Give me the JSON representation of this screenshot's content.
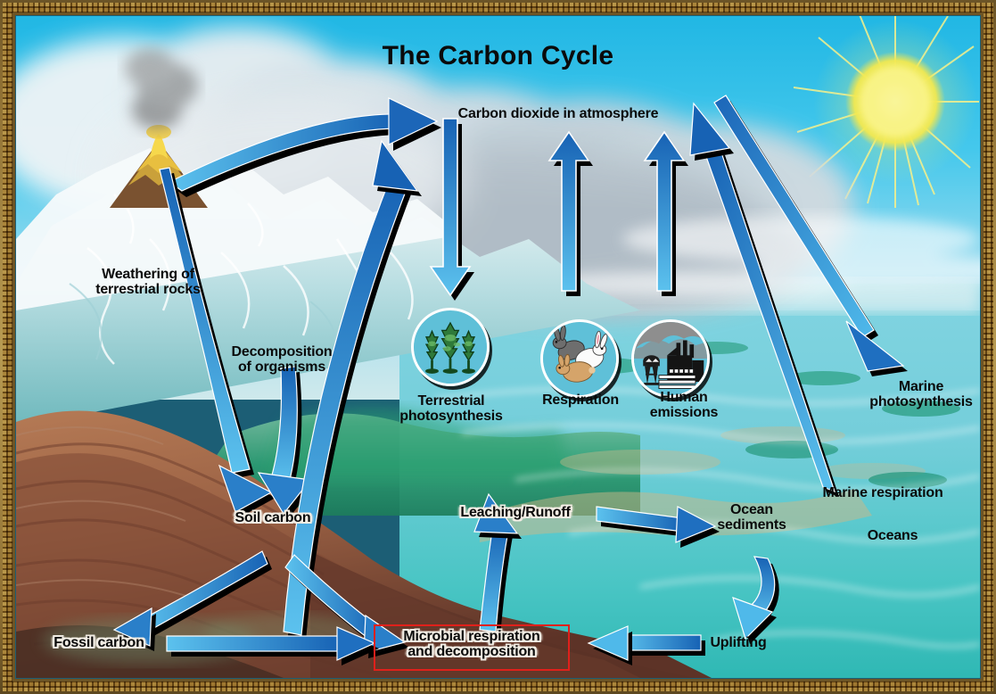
{
  "title": "The Carbon Cycle",
  "colors": {
    "arrow_dark_blue": "#1f6fc0",
    "arrow_light_blue": "#4ab6e8",
    "arrow_shadow": "#000000",
    "highlight_box_border": "#e0201b",
    "label_text": "#0a0a0a",
    "label_halo": "#f2ede4",
    "sky": "#35c0e8",
    "ocean": "#8fd9e0",
    "rock": "#a2684a",
    "sun": "#f5ec5a"
  },
  "labels": {
    "atmosphere": "Carbon dioxide in atmosphere",
    "weathering": "Weathering of\nterrestrial rocks",
    "decomposition": "Decomposition\nof organisms",
    "terrestrial_photosynthesis": "Terrestrial\nphotosynthesis",
    "respiration": "Respiration",
    "human_emissions": "Human\nemissions",
    "marine_photosynthesis": "Marine\nphotosynthesis",
    "marine_respiration": "Marine respiration",
    "oceans": "Oceans",
    "soil_carbon": "Soil carbon",
    "leaching_runoff": "Leaching/Runoff",
    "ocean_sediments": "Ocean\nsediments",
    "uplifting": "Uplifting",
    "fossil_carbon": "Fossil carbon",
    "microbial": "Microbial respiration\nand decomposition"
  },
  "icons": {
    "terrestrial_photosynthesis": "trees-icon",
    "respiration": "rabbits-icon",
    "human_emissions": "factory-icon",
    "sun": "sun-icon",
    "volcano": "volcano-icon"
  },
  "flows": [
    {
      "name": "volcanic-outgassing",
      "from": "volcano",
      "to": "atmosphere"
    },
    {
      "name": "weathering-to-soil",
      "from": "weathering",
      "to": "soil carbon"
    },
    {
      "name": "decomposition-to-soil",
      "from": "decomposition",
      "to": "soil carbon"
    },
    {
      "name": "atmosphere-to-plants",
      "from": "atmosphere",
      "to": "terrestrial photosynthesis"
    },
    {
      "name": "respiration-to-atmos",
      "from": "respiration",
      "to": "atmosphere"
    },
    {
      "name": "emissions-to-atmos",
      "from": "human emissions",
      "to": "atmosphere"
    },
    {
      "name": "atmos-to-marine-photo",
      "from": "atmosphere",
      "to": "marine photosynthesis"
    },
    {
      "name": "marine-resp-to-atmos",
      "from": "marine respiration",
      "to": "atmosphere"
    },
    {
      "name": "microbial-to-atmos",
      "from": "microbial respiration and decomposition",
      "to": "atmosphere"
    },
    {
      "name": "soil-to-fossil",
      "from": "soil carbon",
      "to": "fossil carbon"
    },
    {
      "name": "soil-to-microbial",
      "from": "soil carbon",
      "to": "microbial respiration and decomposition"
    },
    {
      "name": "fossil-to-microbial",
      "from": "fossil carbon",
      "to": "microbial respiration and decomposition"
    },
    {
      "name": "microbial-to-leaching",
      "from": "microbial respiration and decomposition",
      "to": "leaching/runoff"
    },
    {
      "name": "leaching-to-sediments",
      "from": "leaching/runoff",
      "to": "ocean sediments"
    },
    {
      "name": "sediments-to-uplifting",
      "from": "ocean sediments",
      "to": "uplifting"
    },
    {
      "name": "uplifting-to-microbial",
      "from": "uplifting",
      "to": "microbial respiration and decomposition"
    }
  ]
}
